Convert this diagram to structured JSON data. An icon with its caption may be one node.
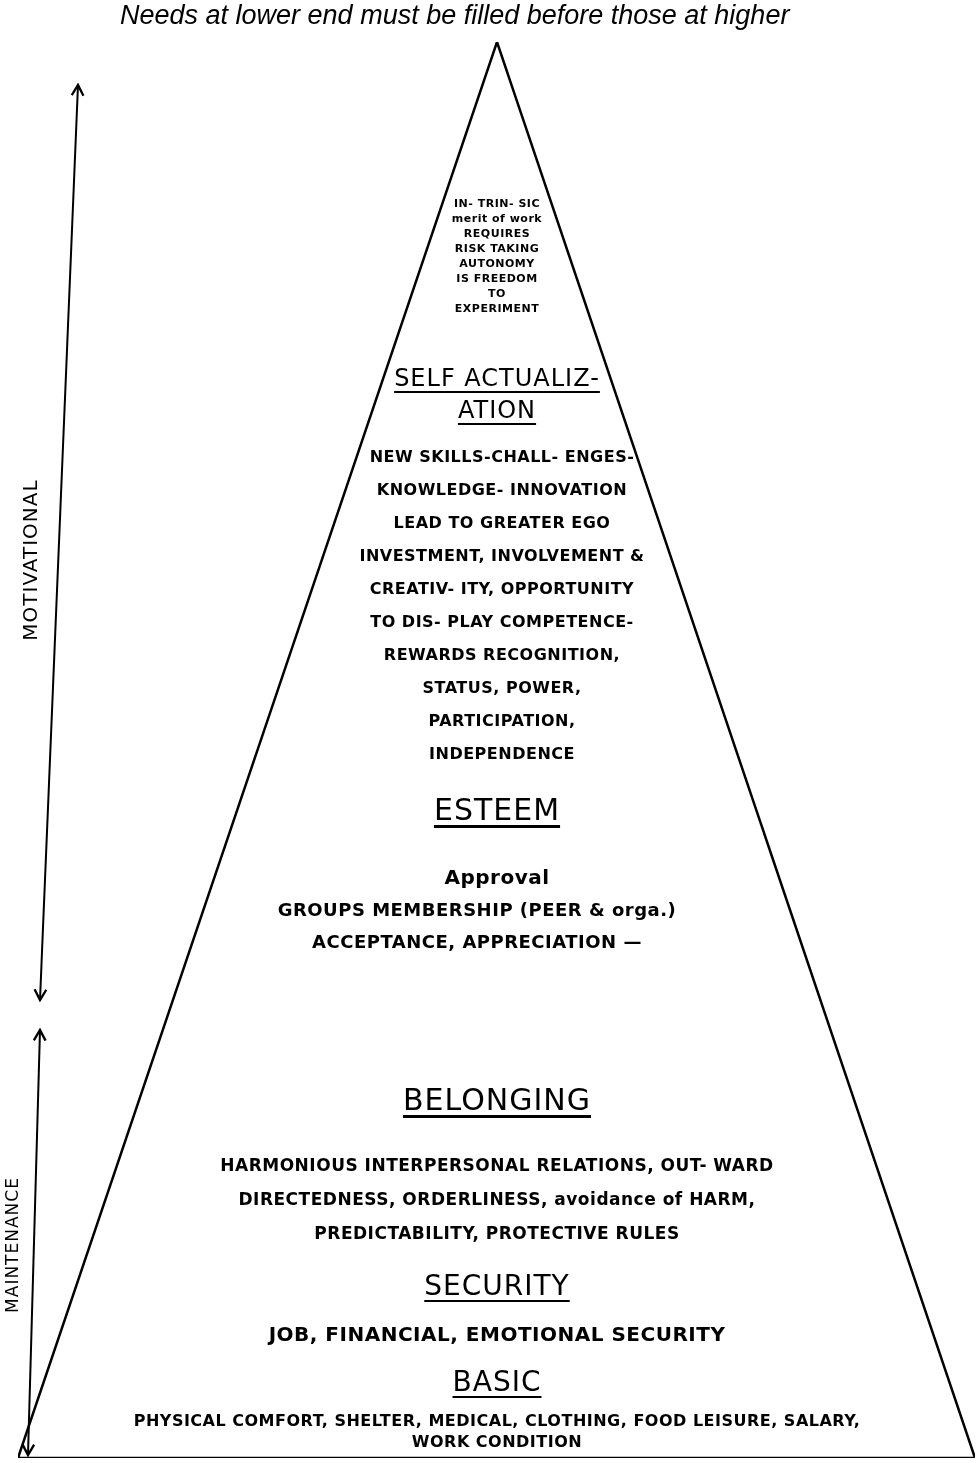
{
  "diagram": {
    "title": "Needs at lower end must be filled before those at higher",
    "nodes": [
      {
        "text": [
          "IN- TRIN- SIC merit of work REQUIRES RISK TAKING AUTONOMY IS FREEDOM TO EXPERIMENT",
          "SELF ACTUALIZ- ATION",
          "NEW SKILLS-CHALL- ENGES-KNOWLEDGE- INNOVATION LEAD TO GREATER EGO INVESTMENT, INVOLVEMENT & CREATIV- ITY, OPPORTUNITY TO DIS- PLAY COMPETENCE-REWARDS RECOGNITION, STATUS, POWER, PARTICIPATION, INDEPENDENCE",
          "ESTEEM",
          "Approval",
          "GROUPS MEMBERSHIP (PEER & orga.) ACCEPTANCE, APPRECIATION —",
          "BELONGING",
          "HARMONIOUS INTERPERSONAL RELATIONS, OUT- WARD DIRECTEDNESS, ORDERLINESS, avoidance of HARM, PREDICTABILITY, PROTECTIVE RULES",
          "SECURITY",
          "JOB, FINANCIAL, EMOTIONAL SECURITY",
          "BASIC",
          "PHYSICAL COMFORT, SHELTER, MEDICAL, CLOTHING, FOOD LEISURE, SALARY, WORK CONDITION"
        ]
      }
    ],
    "edges": [],
    "labels": [
      "MOTIVATIONAL",
      "MAINTENANCE"
    ]
  }
}
